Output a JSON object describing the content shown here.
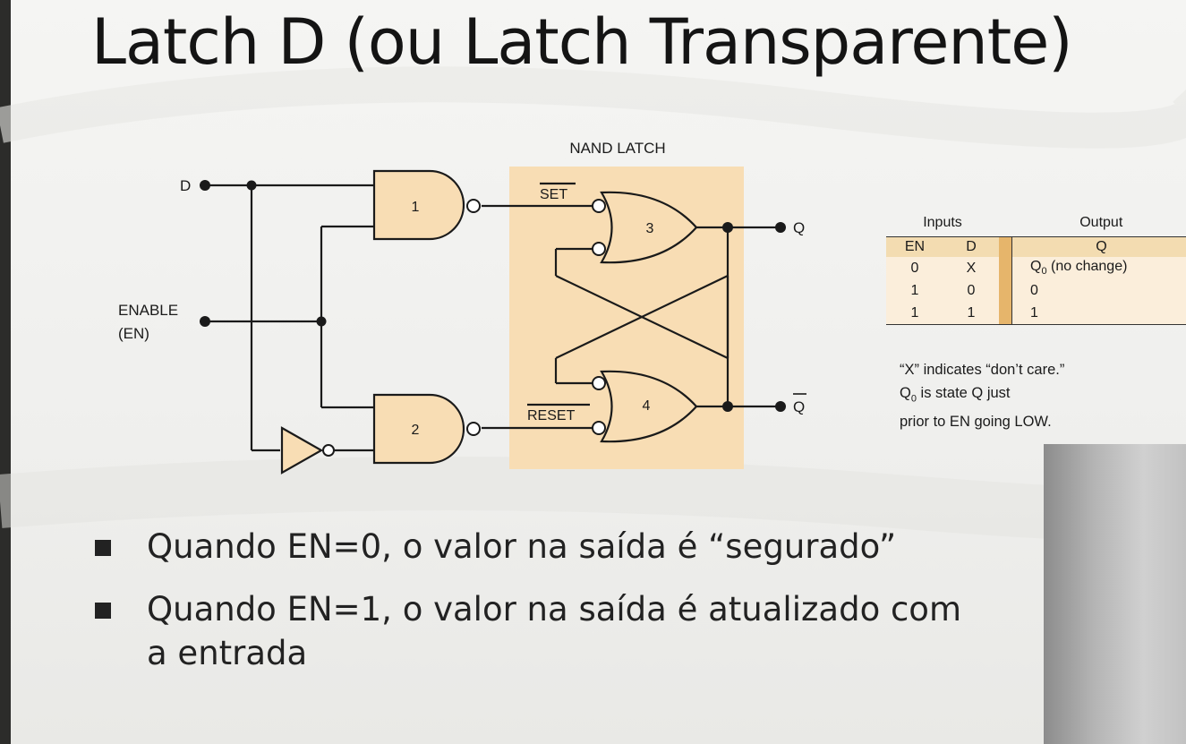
{
  "slide": {
    "title": "Latch D (ou Latch Transparente)"
  },
  "diagram": {
    "nand_latch_label": "NAND LATCH",
    "input_d": "D",
    "input_enable_line1": "ENABLE",
    "input_enable_line2": "(EN)",
    "output_q": "Q",
    "output_qbar": "Q",
    "set_label": "SET",
    "reset_label": "RESET",
    "gate1": "1",
    "gate2": "2",
    "gate3": "3",
    "gate4": "4"
  },
  "truth_table": {
    "group_inputs": "Inputs",
    "group_output": "Output",
    "col_en": "EN",
    "col_d": "D",
    "col_q": "Q",
    "rows": [
      {
        "en": "0",
        "d": "X",
        "q": "Q",
        "q_sub": "0",
        "q_suffix": " (no change)"
      },
      {
        "en": "1",
        "d": "0",
        "q": "0"
      },
      {
        "en": "1",
        "d": "1",
        "q": "1"
      }
    ],
    "note1": "“X” indicates “don’t care.”",
    "note2_pre": "Q",
    "note2_sub": "0",
    "note2_post": " is state Q just",
    "note3": "prior to EN going LOW."
  },
  "bullets": [
    "Quando EN=0, o valor na saída é “segurado”",
    "Quando EN=1, o valor na saída é atualizado com a entrada"
  ],
  "colors": {
    "gate_fill": "#f8ddb4",
    "latch_box": "#f8ddb4",
    "table_header": "#f3dcb1",
    "table_body": "#fbeedb",
    "table_separator": "#e6b56b"
  }
}
